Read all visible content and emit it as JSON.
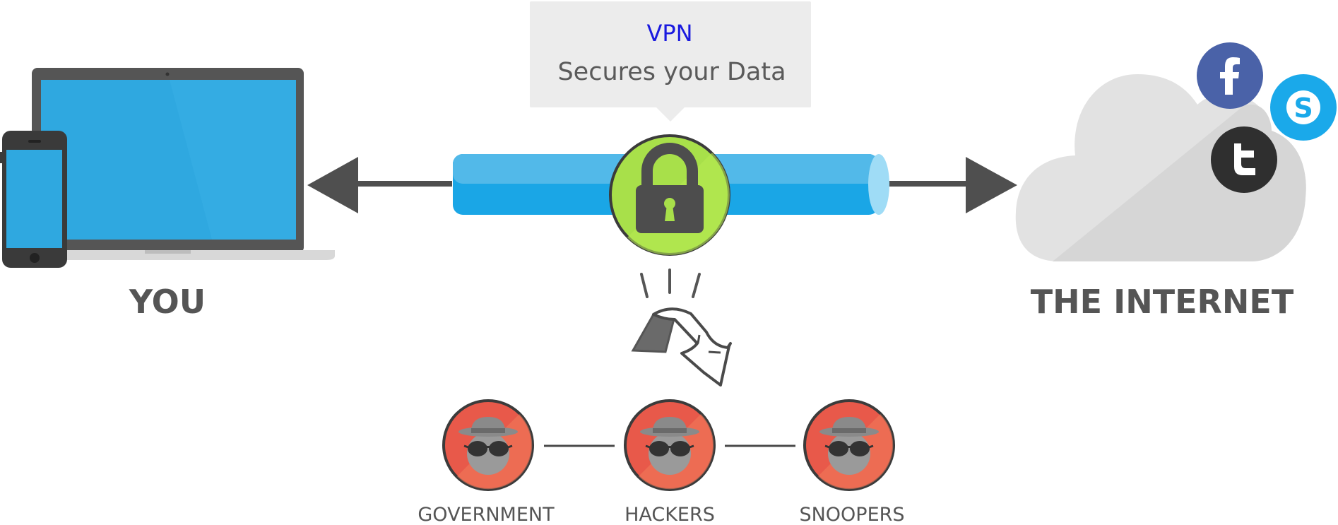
{
  "callout": {
    "title": "VPN",
    "subtitle": "Secures your Data"
  },
  "labels": {
    "you": "YOU",
    "internet": "THE INTERNET"
  },
  "threats": [
    {
      "label": "GOVERNMENT"
    },
    {
      "label": "HACKERS"
    },
    {
      "label": "SNOOPERS"
    }
  ],
  "social": [
    "facebook-icon",
    "skype-icon",
    "twitter-icon"
  ],
  "colors": {
    "screen": "#2fa8e0",
    "tunnel": "#1aa6e6",
    "tunnel_highlight": "#52b9e9",
    "lock_circle": "#a8e04a",
    "threat_circle": "#e8594a",
    "cloud": "#e4e4e4",
    "callout_bg": "#ececec",
    "vpn_text": "#1a1adf",
    "dark": "#4a4a4a",
    "facebook": "#4a62a8",
    "skype": "#1aa9ea",
    "twitter": "#2f2f2f"
  }
}
